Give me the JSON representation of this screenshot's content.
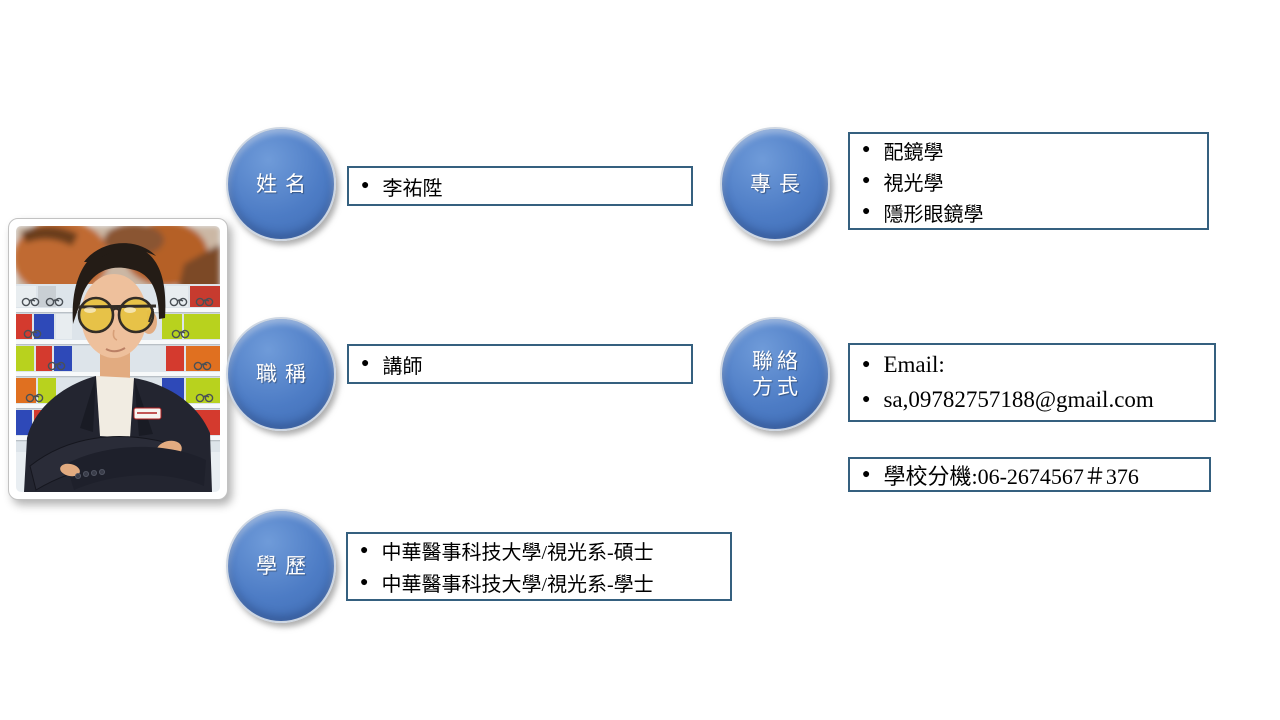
{
  "ui": {
    "bullet_glyph": "●"
  },
  "colors": {
    "badge_blue": "#4d7cc5",
    "box_border": "#35607f",
    "text": "#000000",
    "slide_background": "#ffffff"
  },
  "sections": {
    "name": {
      "label": "姓名",
      "items": [
        "李祐陞"
      ]
    },
    "job_title": {
      "label": "職稱",
      "items": [
        "講師"
      ]
    },
    "education": {
      "label": "學歷",
      "items": [
        "中華醫事科技大學/視光系-碩士",
        "中華醫事科技大學/視光系-學士"
      ]
    },
    "specialty": {
      "label": "專長",
      "items": [
        "配鏡學",
        "視光學",
        "隱形眼鏡學"
      ]
    },
    "contact": {
      "label_line1": "聯絡",
      "label_line2": "方式",
      "items": [
        "Email:",
        "sa,09782757188@gmail.com"
      ],
      "extension_items": [
        "學校分機:06-2674567＃376"
      ]
    }
  }
}
